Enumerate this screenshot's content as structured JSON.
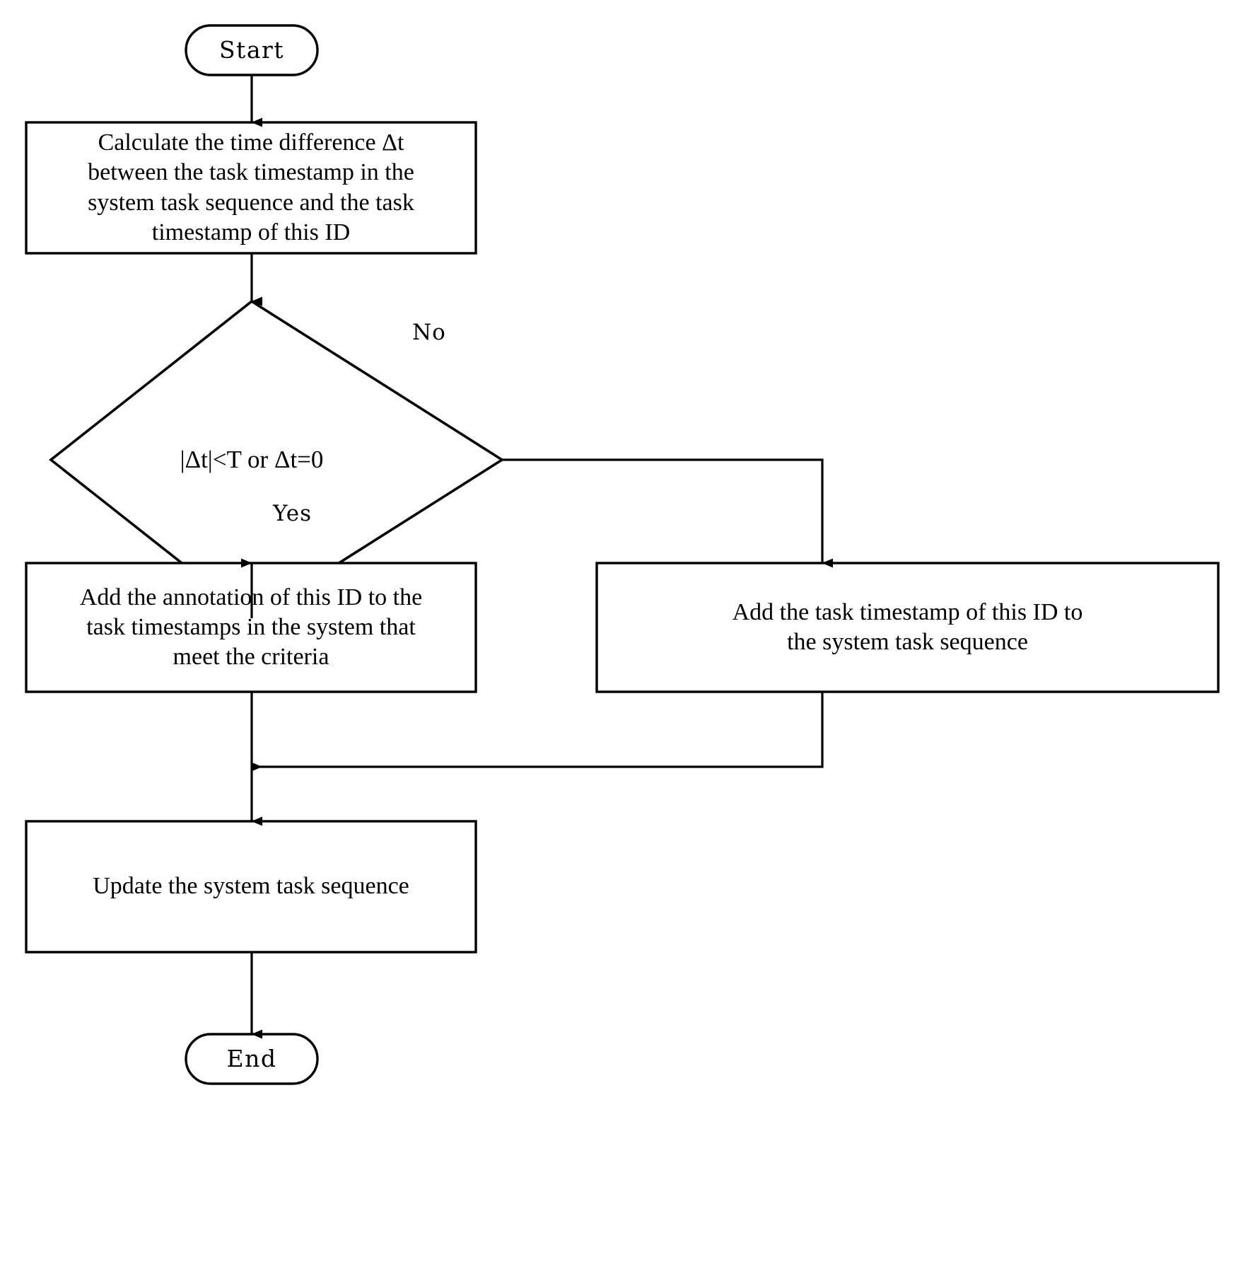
{
  "diagram": {
    "type": "flowchart",
    "title": "",
    "background_color": "#ffffff",
    "stroke_color": "#000000",
    "text_color": "#000000"
  },
  "nodes": {
    "start": {
      "id": "start",
      "shape": "terminator",
      "label": "Start"
    },
    "calculate": {
      "id": "calculate",
      "shape": "process",
      "label": "Calculate the time difference Δt\nbetween the task timestamp in the\nsystem task sequence and the task\ntimestamp of this ID"
    },
    "decision": {
      "id": "decision",
      "shape": "decision",
      "label": "|Δt|<T or Δt=0"
    },
    "add_annotation": {
      "id": "add_annotation",
      "shape": "process",
      "label": "Add the annotation of this ID to the\ntask timestamps in the system that\nmeet the criteria"
    },
    "add_timestamp": {
      "id": "add_timestamp",
      "shape": "process",
      "label": "Add the task timestamp of this ID to\nthe system task sequence"
    },
    "update": {
      "id": "update",
      "shape": "process",
      "label": "Update the system task sequence"
    },
    "end": {
      "id": "end",
      "shape": "terminator",
      "label": "End"
    }
  },
  "edges": [
    {
      "id": "e1",
      "from": "start",
      "to": "calculate",
      "label": ""
    },
    {
      "id": "e2",
      "from": "calculate",
      "to": "decision",
      "label": ""
    },
    {
      "id": "e3",
      "from": "decision",
      "to": "add_annotation",
      "label": "Yes"
    },
    {
      "id": "e4",
      "from": "decision",
      "to": "add_timestamp",
      "label": "No"
    },
    {
      "id": "e5",
      "from": "add_annotation",
      "to": "update",
      "label": ""
    },
    {
      "id": "e6",
      "from": "add_timestamp",
      "to": "update",
      "label": ""
    },
    {
      "id": "e7",
      "from": "update",
      "to": "end",
      "label": ""
    }
  ],
  "edge_labels": {
    "yes": "Yes",
    "no": "No"
  }
}
